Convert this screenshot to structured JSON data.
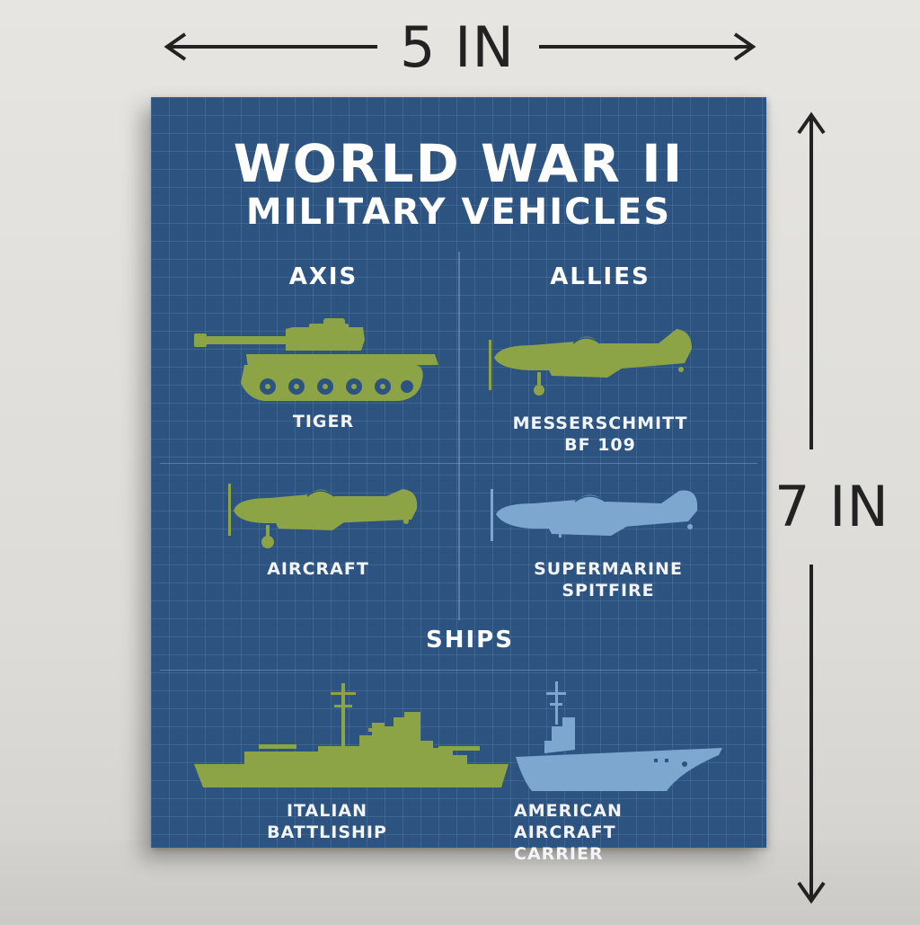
{
  "dimensions": {
    "width_label": "5 IN",
    "height_label": "7 IN"
  },
  "poster": {
    "title_line1": "WORLD WAR II",
    "title_line2": "MILITARY VEHICLES",
    "sections": {
      "axis": "AXIS",
      "allies": "ALLIES",
      "ships": "SHIPS"
    },
    "items": {
      "tiger": "TIGER",
      "messerschmitt": "MESSERSCHMITT\nBF 109",
      "aircraft": "AIRCRAFT",
      "spitfire": "SUPERMARINE\nSPITFIRE",
      "battleship": "ITALIAN\nBATTLISHIP",
      "carrier": "AMERICAN\n  AIRCRAFT\n  CARRIER"
    }
  },
  "colors": {
    "poster_bg": "#2d5381",
    "axis_green": "#8da446",
    "allies_blue": "#7ea7cf",
    "wall": "#e2e1dd"
  }
}
